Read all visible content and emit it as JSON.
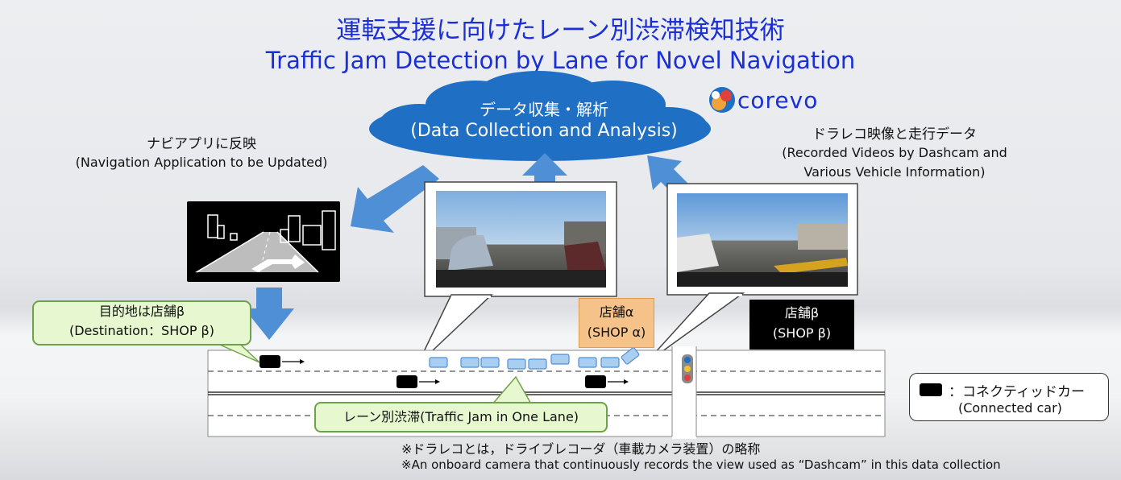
{
  "title": {
    "jp": "運転支援に向けたレーン別渋滞検知技術",
    "en": "Traffic Jam Detection by Lane for Novel Navigation"
  },
  "cloud": {
    "jp": "データ収集・解析",
    "en": "(Data Collection and Analysis)"
  },
  "logo": {
    "text": "corevo"
  },
  "navigation": {
    "jp": "ナビアプリに反映",
    "en": "(Navigation Application to be Updated)"
  },
  "dashcam": {
    "jp": "ドラレコ映像と走行データ",
    "en_line1": "(Recorded Videos by Dashcam and",
    "en_line2": "Various Vehicle Information)"
  },
  "destination": {
    "jp": "目的地は店舗β",
    "en": "(Destination：SHOP β)"
  },
  "shop_alpha": {
    "jp": "店舗α",
    "en": "(SHOP α)"
  },
  "shop_beta": {
    "jp": "店舗β",
    "en": "(SHOP β)"
  },
  "legend": {
    "jp": "：コネクティッドカー",
    "en": "(Connected car)"
  },
  "jam_label": "レーン別渋滞(Traffic Jam in One Lane)",
  "notes": {
    "jp": "※ドラレコとは，ドライブレコーダ（車載カメラ装置）の略称",
    "en": "※An onboard camera that continuously records the view used as “Dashcam” in this data collection"
  },
  "colors": {
    "title": "#1a2fd6",
    "cloud": "#1f6fc4",
    "arrow": "#4f8fd6",
    "label_fill": "#e7f7cf",
    "label_border": "#6ea24a",
    "shop_alpha": "#f5c38a",
    "jam_car": "#a9cef0"
  }
}
